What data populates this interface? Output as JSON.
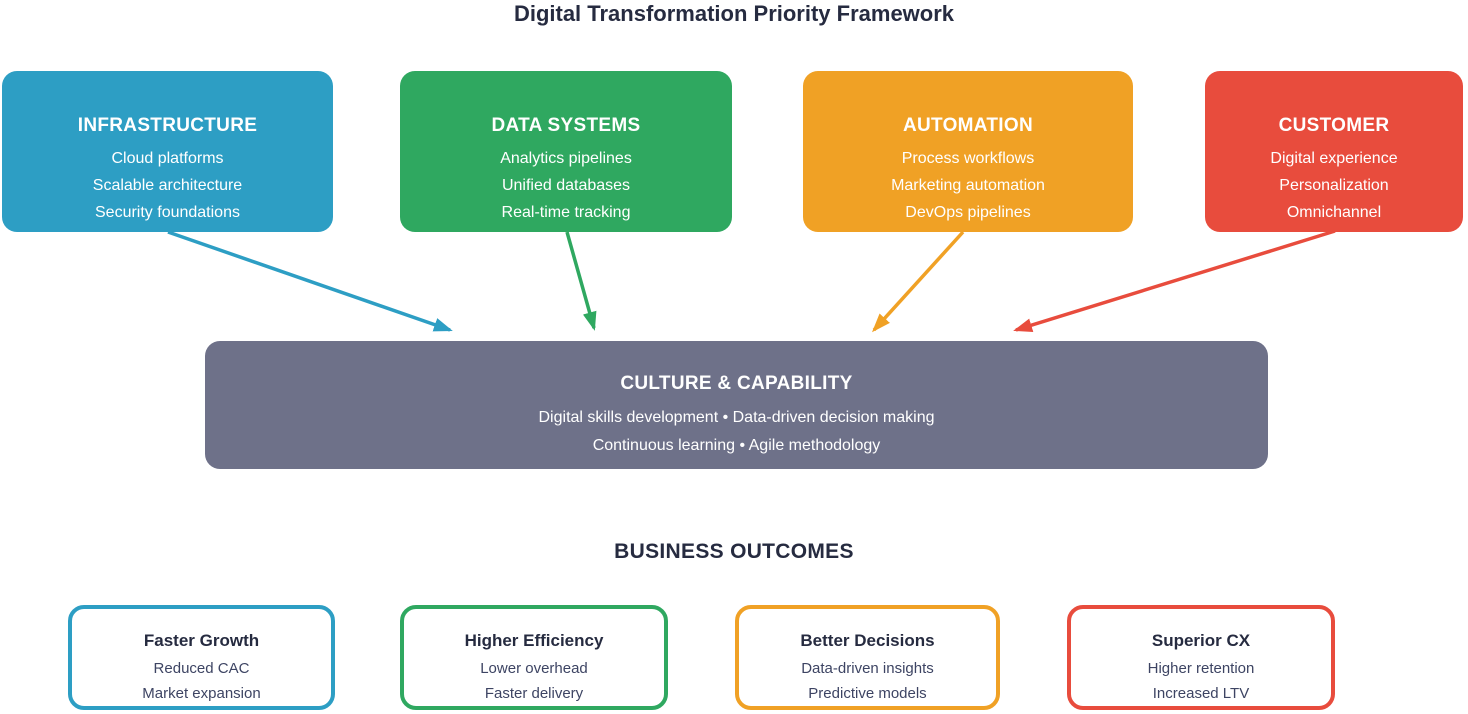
{
  "title": "Digital Transformation Priority Framework",
  "palette": {
    "background": "#FFFFFF",
    "heading_text": "#262B40",
    "outcome_body_text": "#3D4463",
    "pillar_text": "#FFFFFF",
    "blue": "#2D9EC4",
    "green": "#2FA860",
    "orange": "#F0A125",
    "red": "#E84C3D",
    "culture_fill": "#6E7189"
  },
  "pillars": [
    {
      "label": "INFRASTRUCTURE",
      "items": [
        "Cloud platforms",
        "Scalable architecture",
        "Security foundations"
      ],
      "color": "#2D9EC4"
    },
    {
      "label": "DATA SYSTEMS",
      "items": [
        "Analytics pipelines",
        "Unified databases",
        "Real-time tracking"
      ],
      "color": "#2FA860"
    },
    {
      "label": "AUTOMATION",
      "items": [
        "Process workflows",
        "Marketing automation",
        "DevOps pipelines"
      ],
      "color": "#F0A125"
    },
    {
      "label": "CUSTOMER",
      "items": [
        "Digital experience",
        "Personalization",
        "Omnichannel"
      ],
      "color": "#E84C3D"
    }
  ],
  "culture": {
    "label": "CULTURE & CAPABILITY",
    "fill": "#6E7189",
    "line1": "Digital skills development • Data-driven decision making",
    "line2": "Continuous learning • Agile methodology"
  },
  "outcomes_heading": "BUSINESS OUTCOMES",
  "outcomes": [
    {
      "label": "Faster Growth",
      "items": [
        "Reduced CAC",
        "Market expansion"
      ],
      "color": "#2D9EC4"
    },
    {
      "label": "Higher Efficiency",
      "items": [
        "Lower overhead",
        "Faster delivery"
      ],
      "color": "#2FA860"
    },
    {
      "label": "Better Decisions",
      "items": [
        "Data-driven insights",
        "Predictive models"
      ],
      "color": "#F0A125"
    },
    {
      "label": "Superior CX",
      "items": [
        "Higher retention",
        "Increased LTV"
      ],
      "color": "#E84C3D"
    }
  ]
}
